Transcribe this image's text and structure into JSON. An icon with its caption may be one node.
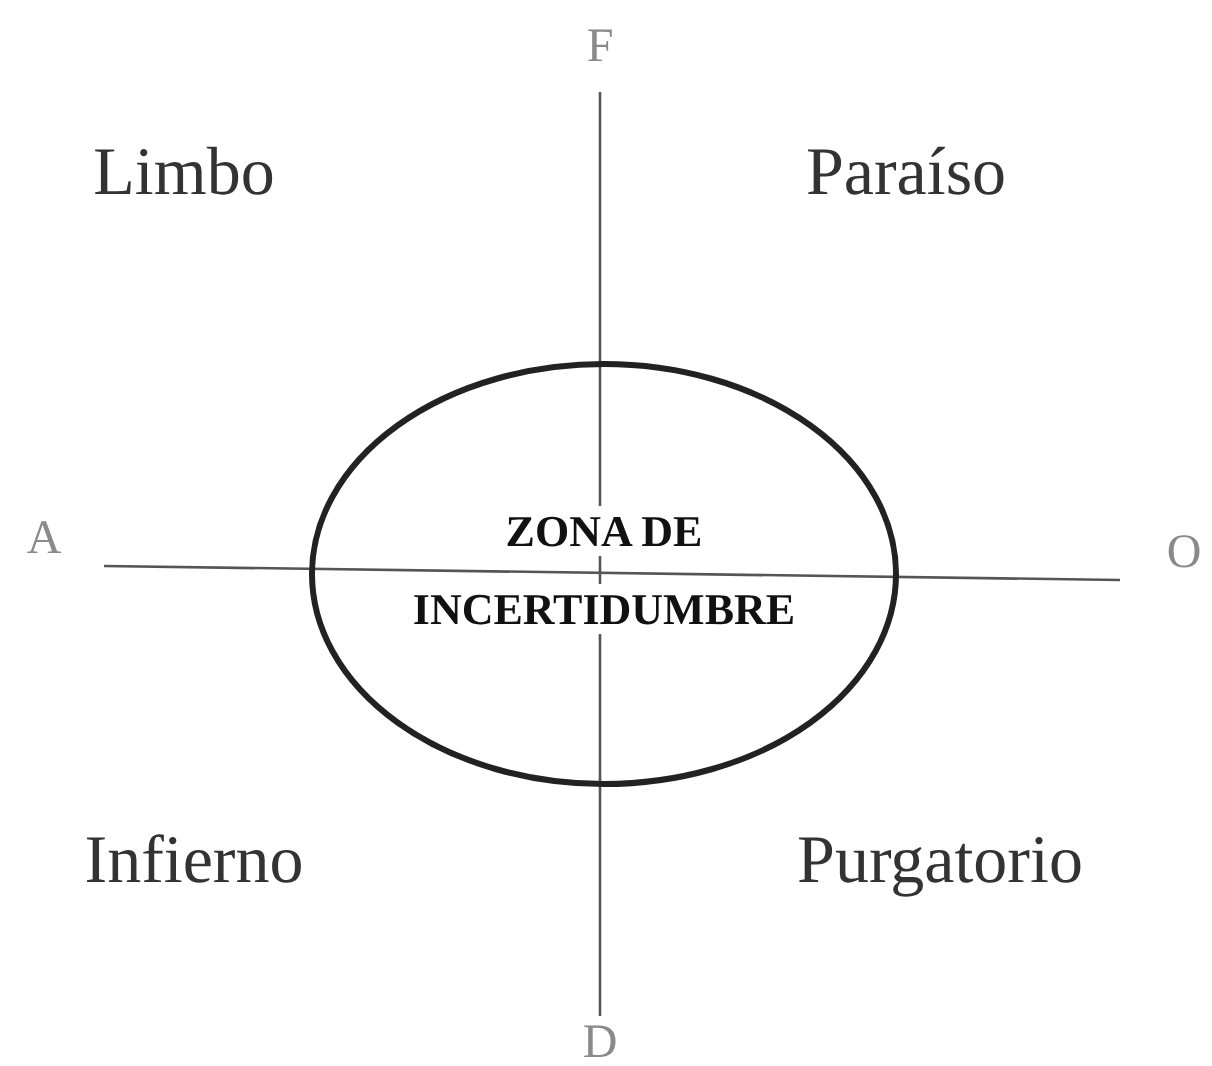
{
  "diagram": {
    "nodes": [
      {
        "text": [
          "ZONA DE INCERTIDUMBRE"
        ]
      }
    ],
    "edges": [],
    "labels": [
      "F",
      "Limbo",
      "Paraíso",
      "A",
      "O",
      "Infierno",
      "Purgatorio",
      "D"
    ]
  }
}
